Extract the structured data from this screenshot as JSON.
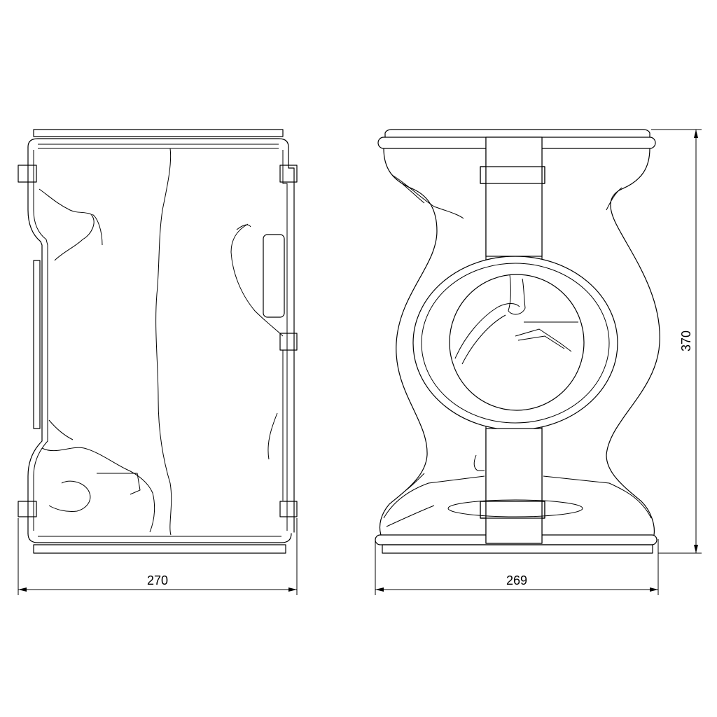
{
  "dimensions": {
    "front_width": "270",
    "side_width": "269",
    "height": "370"
  },
  "colors": {
    "line": "#000000",
    "background": "#ffffff"
  }
}
